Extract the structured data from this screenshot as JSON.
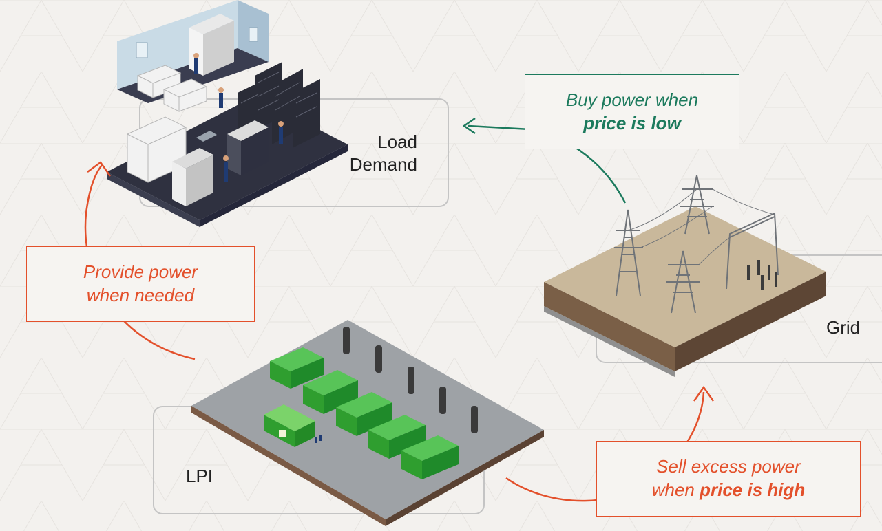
{
  "nodes": {
    "load": {
      "label_line1": "Load",
      "label_line2": "Demand"
    },
    "grid": {
      "label": "Grid"
    },
    "lpi": {
      "label": "LPI"
    }
  },
  "callouts": {
    "buy": {
      "line1": "Buy power when",
      "line2": "price is low"
    },
    "provide": {
      "line1": "Provide power",
      "line2": "when needed"
    },
    "sell": {
      "line1": "Sell excess power",
      "line2_prefix": "when ",
      "line2_emph": "price is high"
    }
  },
  "colors": {
    "orange": "#e3502b",
    "green": "#1c7a5d",
    "card_border": "#c4c4c4",
    "background": "#f3f1ee"
  },
  "icons": [
    "data-center-illustration",
    "power-grid-illustration",
    "generator-plant-illustration"
  ]
}
